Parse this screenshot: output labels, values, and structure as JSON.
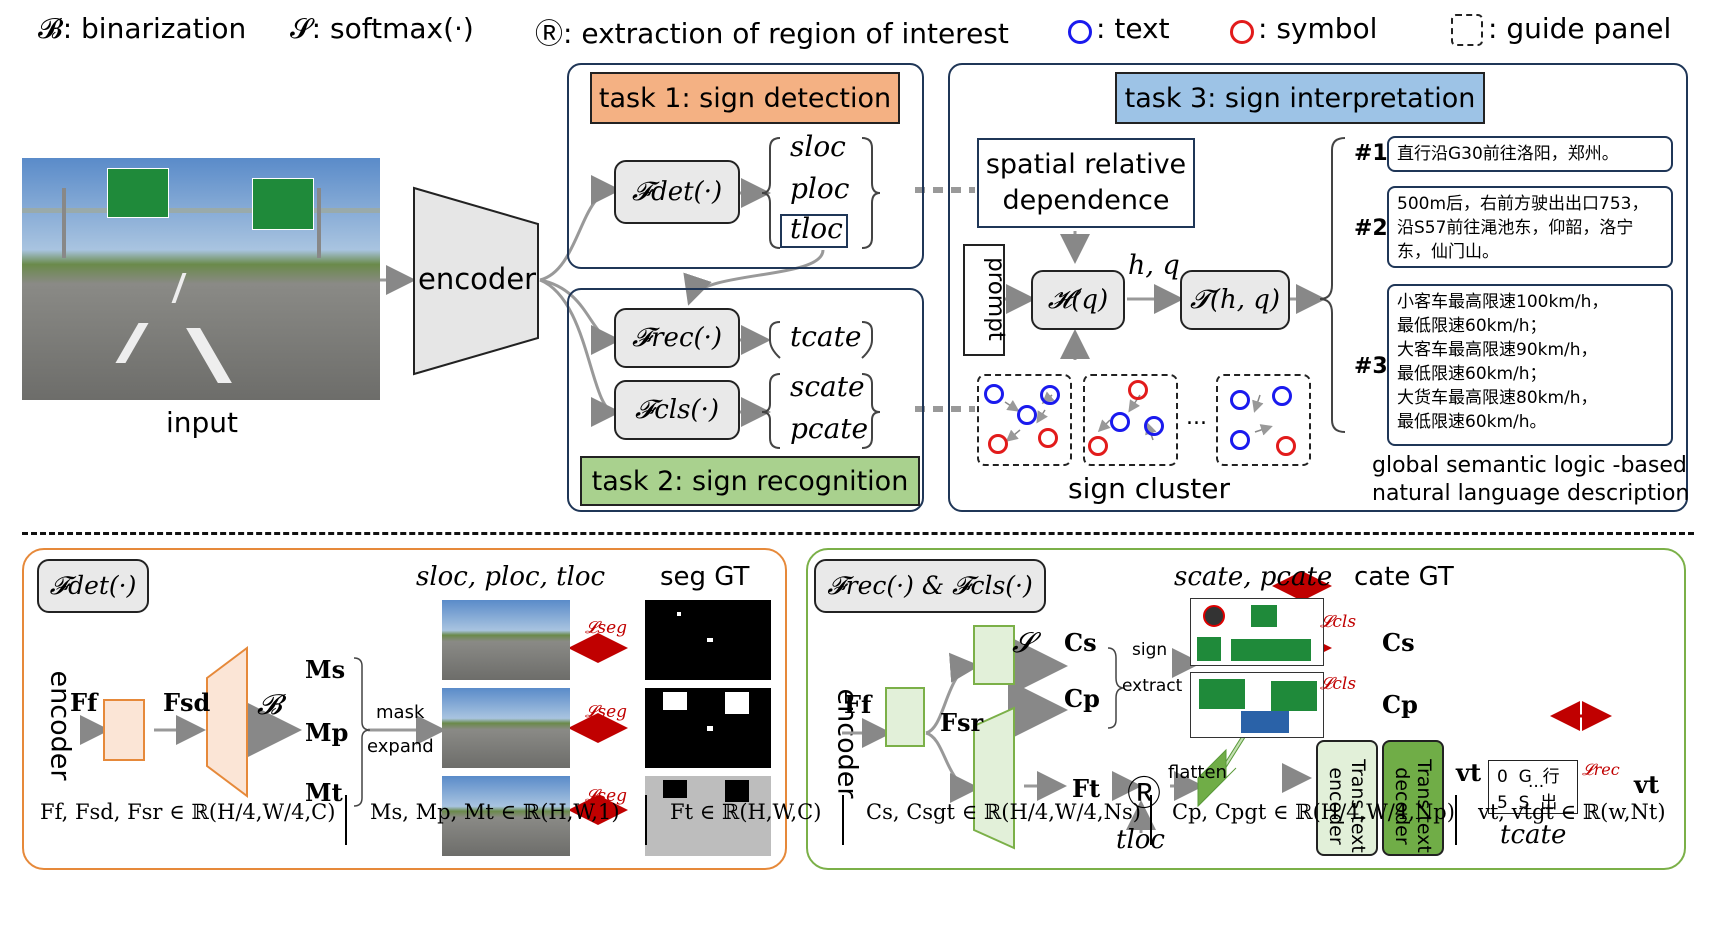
{
  "legend": {
    "binarization": "𝓑: binarization",
    "softmax": "𝓢: softmax(·)",
    "roi": "Ⓡ: extraction of region of interest",
    "text": ": text",
    "symbol": ": symbol",
    "guide": ": guide panel"
  },
  "top": {
    "input_label": "input",
    "encoder_label": "encoder",
    "task1": "task 1: sign detection",
    "task2": "task 2: sign recognition",
    "task3": "task 3: sign interpretation",
    "f_det": "𝓕det(·)",
    "f_rec": "𝓕rec(·)",
    "f_cls": "𝓕cls(·)",
    "s_loc": "sloc",
    "p_loc": "ploc",
    "t_loc": "tloc",
    "t_cate": "tcate",
    "s_cate": "scate",
    "p_cate": "pcate",
    "spatial": "spatial relative\ndependence",
    "prompt": "prompt",
    "h_q": "𝓗(q)",
    "t_hq": "𝓣(h, q)",
    "hq_label": "h, q",
    "sign_cluster": "sign cluster",
    "ellipsis": "...",
    "desc1_id": "#1",
    "desc2_id": "#2",
    "desc3_id": "#3",
    "desc1": "直行沿G30前往洛阳，郑州。",
    "desc2": "500m后，右前方驶出出口753，\n沿S57前往渑池东，仰韶，洛宁\n东，仙门山。",
    "desc3": "小客车最高限速100km/h，\n最低限速60km/h；\n大客车最高限速90km/h，\n最低限速60km/h；\n大货车最高限速80km/h，\n最低限速60km/h。",
    "global_desc": "global semantic logic -based\nnatural language description"
  },
  "bottom_left": {
    "title": "𝓕det(·)",
    "encoder": "encoder",
    "Ff": "Ff",
    "Fsd": "Fsd",
    "B": "𝓑",
    "Ms": "Ms",
    "Mp": "Mp",
    "Mt": "Mt",
    "mask": "mask",
    "expand": "expand",
    "outputs": "sloc, ploc, tloc",
    "seg_gt": "seg GT",
    "loss_s": "𝓛seg",
    "loss_p": "𝓛seg",
    "loss_t": "𝓛seg"
  },
  "bottom_right": {
    "title": "𝓕rec(·) & 𝓕cls(·)",
    "encoder": "encoder",
    "Ff": "Ff",
    "Fsr": "Fsr",
    "S": "𝓢",
    "Cs": "Cs",
    "Cp": "Cp",
    "sign": "sign",
    "extract": "extract",
    "outputs": "scate, pcate",
    "cate_gt": "cate GT",
    "Csgt": "Cs",
    "Cpgt": "Cp",
    "Ft": "Ft",
    "R": "Ⓡ",
    "tloc": "tloc",
    "flatten": "flatten",
    "trans_enc": "Trans text\nencoder",
    "trans_dec": "Trans text\ndecoder",
    "vt": "vt",
    "vtgt": "vt",
    "tcate": "tcate",
    "grid_row1": "0  G  行",
    "grid_row2": "5  S  出",
    "grid_dots": "...",
    "loss_cls_s": "𝓛cls",
    "loss_cls_p": "𝓛cls",
    "loss_rec": "𝓛rec"
  },
  "equations": {
    "e1": "Ff, Fsd, Fsr ∈ ℝ(H/4,W/4,C)",
    "e2": "Ms, Mp, Mt ∈ ℝ(H,W,1)",
    "e3": "Ft ∈ ℝ(H,W,C)",
    "e4": "Cs, Csgt ∈ ℝ(H/4,W/4,Ns)",
    "e5": "Cp, Cpgt ∈ ℝ(H/4,W/4,Np)",
    "e6": "vt, vtgt ∈ ℝ(w,Nt)"
  },
  "colors": {
    "navy": "#1f3657",
    "task1_bg": "#f4b183",
    "task2_bg": "#a9d18e",
    "task3_bg": "#9dc3e6",
    "orange": "#e6893a",
    "green": "#7bb048",
    "text_circle": "#1a1aee",
    "symbol_circle": "#e21b1b",
    "loss_arrow": "#c00000"
  }
}
